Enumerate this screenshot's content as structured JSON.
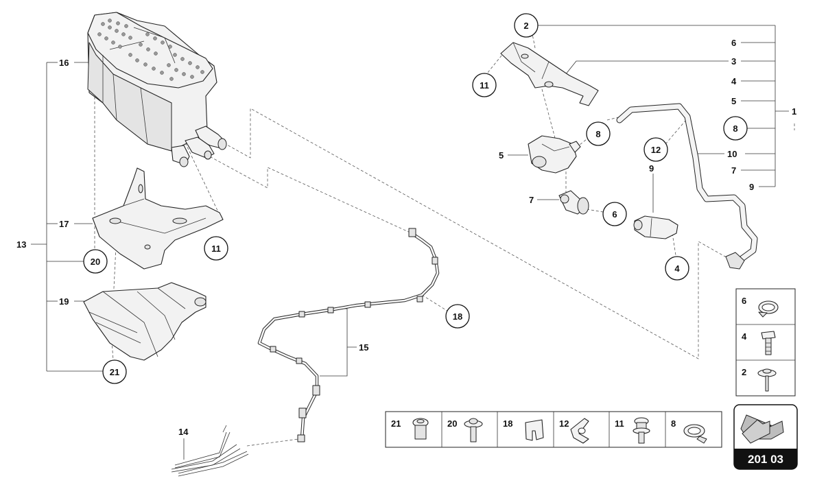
{
  "labels": {
    "l1": "1",
    "l2": "2",
    "l3": "3",
    "l4": "4",
    "l5": "5",
    "l6": "6",
    "l7": "7",
    "l8": "8",
    "l9": "9",
    "l10": "10",
    "l11": "11",
    "l12": "12",
    "l13": "13",
    "l14": "14",
    "l15": "15",
    "l16": "16",
    "l17": "17",
    "l18": "18",
    "l19": "19",
    "l20": "20",
    "l21": "21"
  },
  "legend_right": [
    "6",
    "4",
    "2"
  ],
  "legend_bottom": [
    "21",
    "20",
    "18",
    "12",
    "11",
    "8"
  ],
  "page_number": "201 03"
}
